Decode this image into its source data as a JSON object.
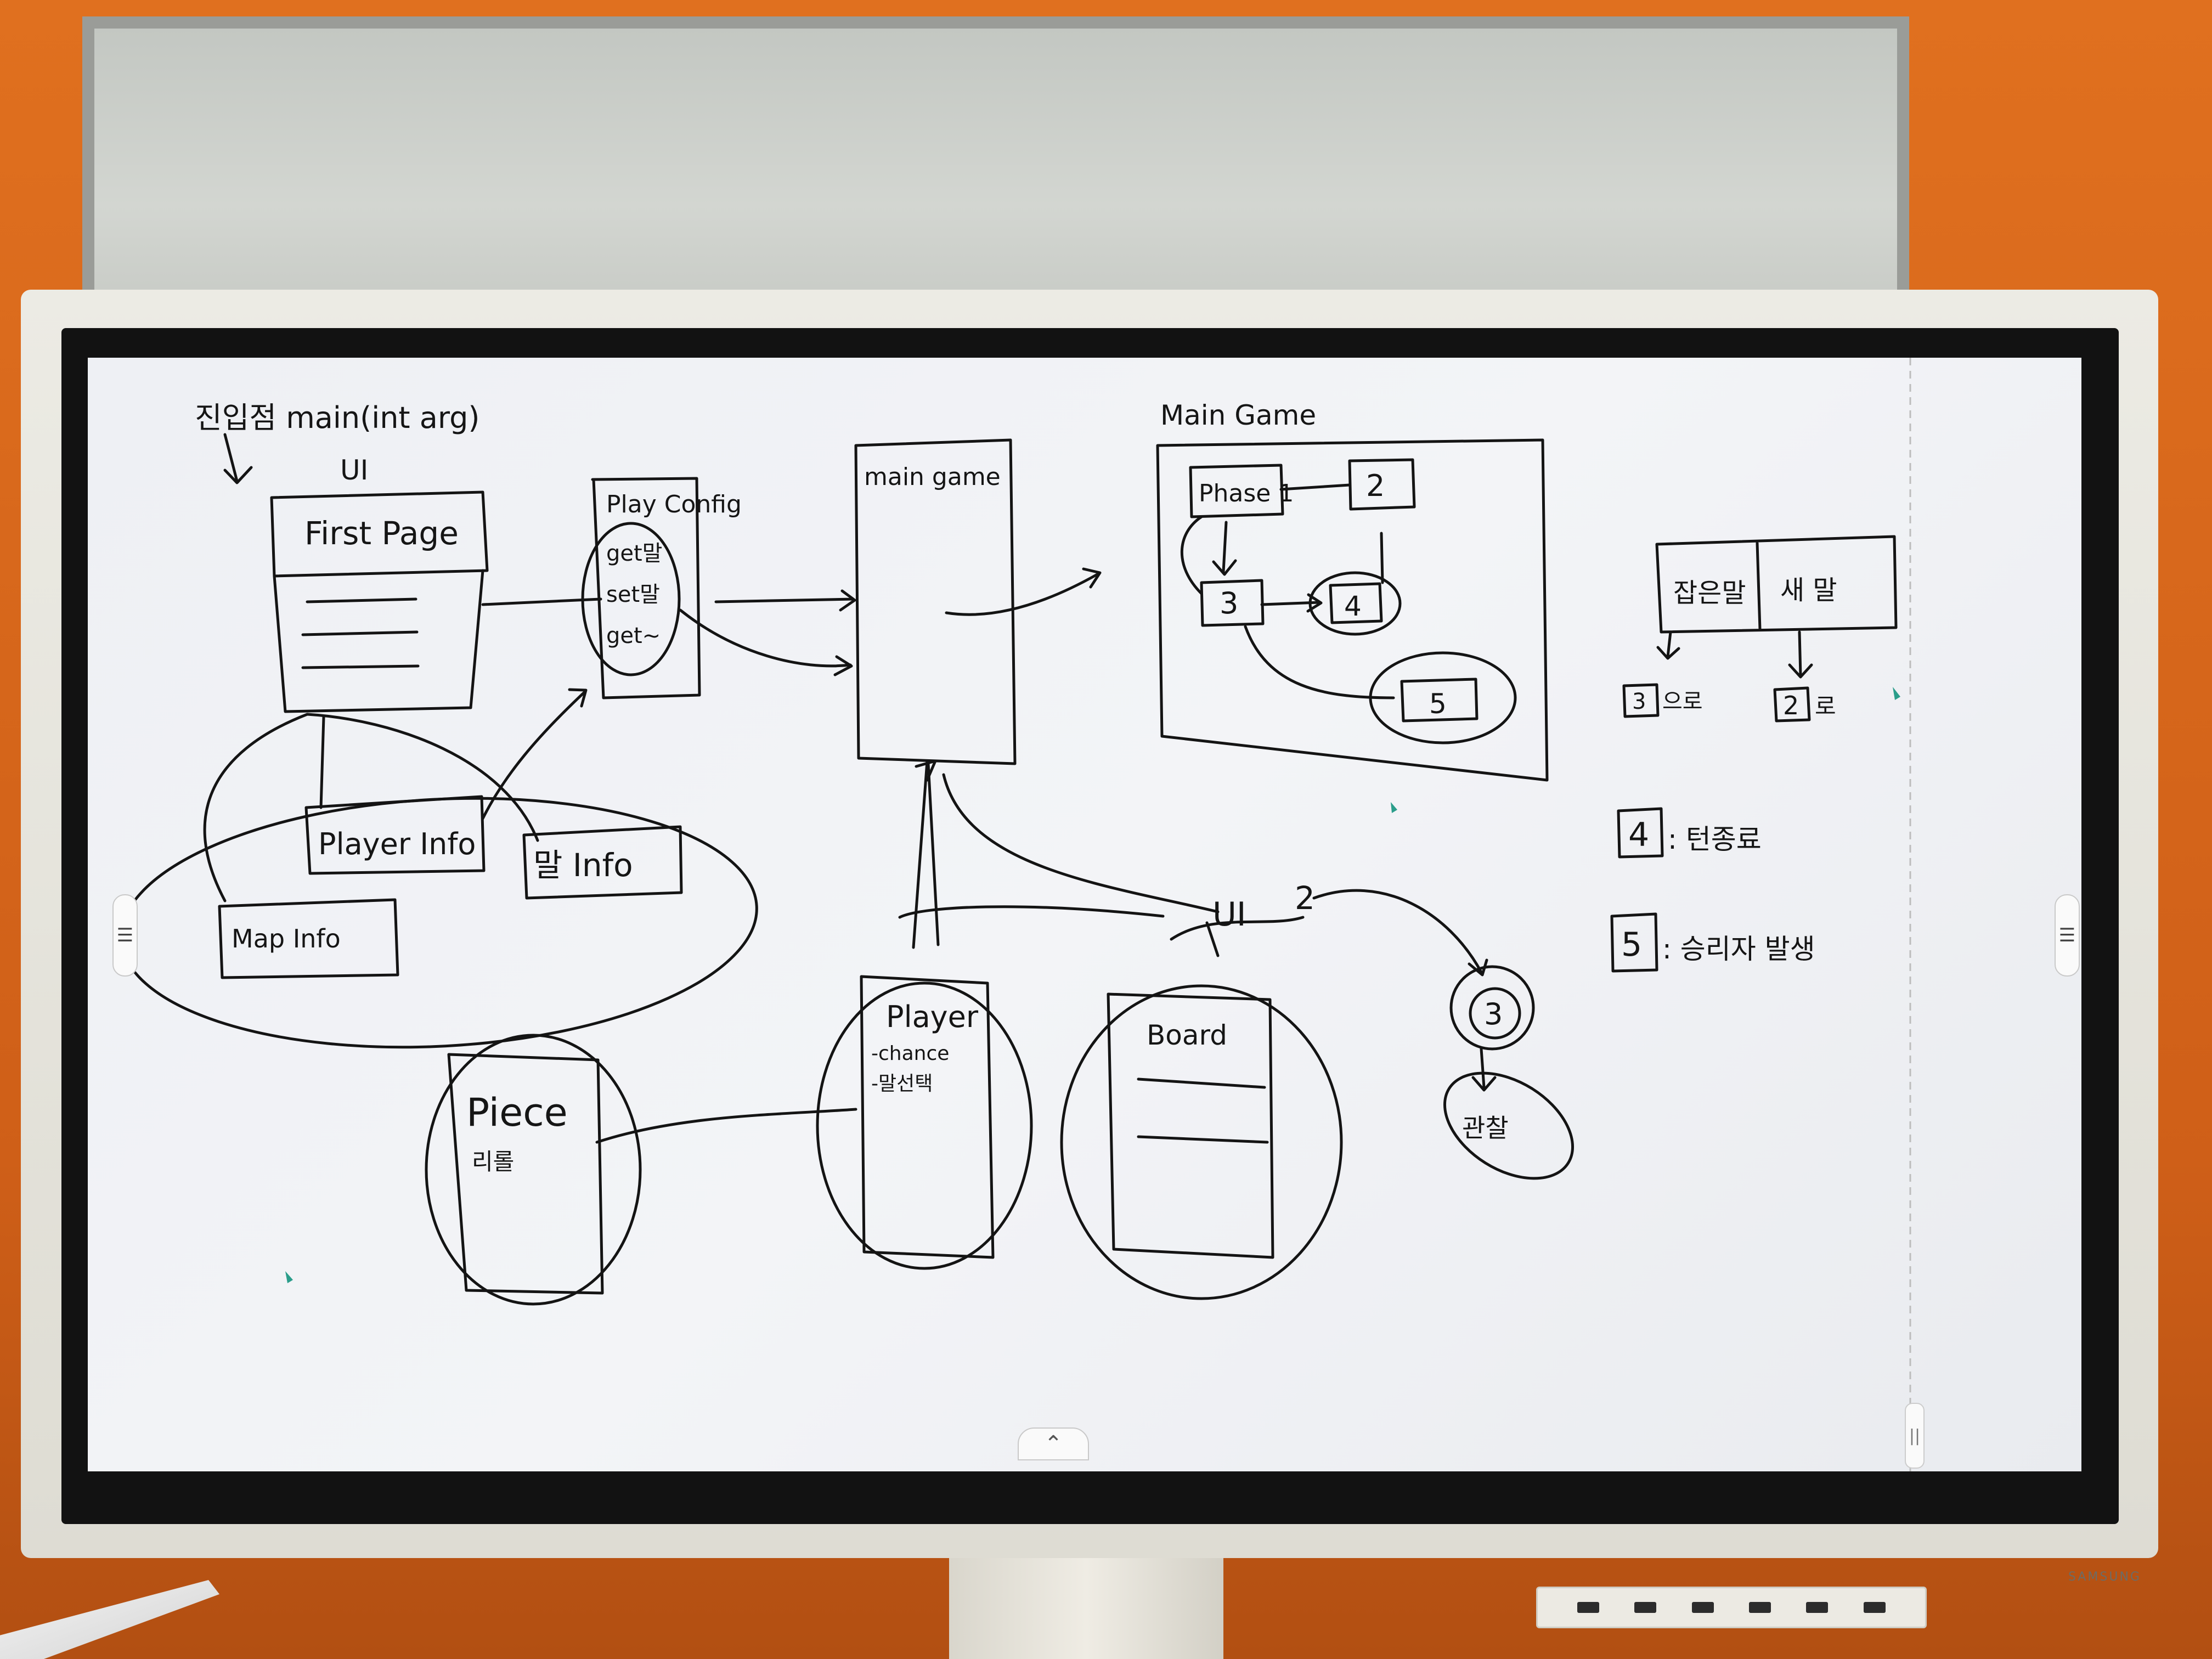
{
  "brand": "SAMSUNG",
  "handles": {
    "left_menu": "☰",
    "right_menu": "☰",
    "bottom_toggle": "⌃",
    "scroll": "||"
  },
  "notes": {
    "entry_point": "진입점 main(int arg)",
    "ui_label_top": "UI",
    "first_page": "First Page",
    "play_config": "Play Config",
    "play_config_items": [
      "get말",
      "set말",
      "get~"
    ],
    "main_game_box": "main game",
    "main_game_title": "Main Game",
    "phase_1": "Phase 1",
    "phase_2": "2",
    "phase_3": "3",
    "phase_4": "4",
    "phase_5": "5",
    "player_info": "Player Info",
    "mal_info": "말 Info",
    "map_info": "Map Info",
    "ui_label_mid": "UI",
    "ui_number": "2",
    "piece": "Piece",
    "piece_sub": "리롤",
    "player": "Player",
    "player_sub_1": "-chance",
    "player_sub_2": "-말선택",
    "board": "Board",
    "circle_3": "3",
    "gwangwan": "관찰",
    "legend_left": "잡은말",
    "legend_right": "새 말",
    "legend_left_dest_num": "3",
    "legend_left_dest_suffix": "으로",
    "legend_right_dest_num": "2",
    "legend_right_dest_suffix": "로",
    "rule_4_num": "4",
    "rule_4_text": ": 턴종료",
    "rule_5_num": "5",
    "rule_5_text": ": 승리자 발생"
  },
  "colors": {
    "wall": "#d8661c",
    "screen": "#eff1f4",
    "ink": "#141414",
    "bezel": "#121212",
    "frame": "#e6e4dc"
  }
}
